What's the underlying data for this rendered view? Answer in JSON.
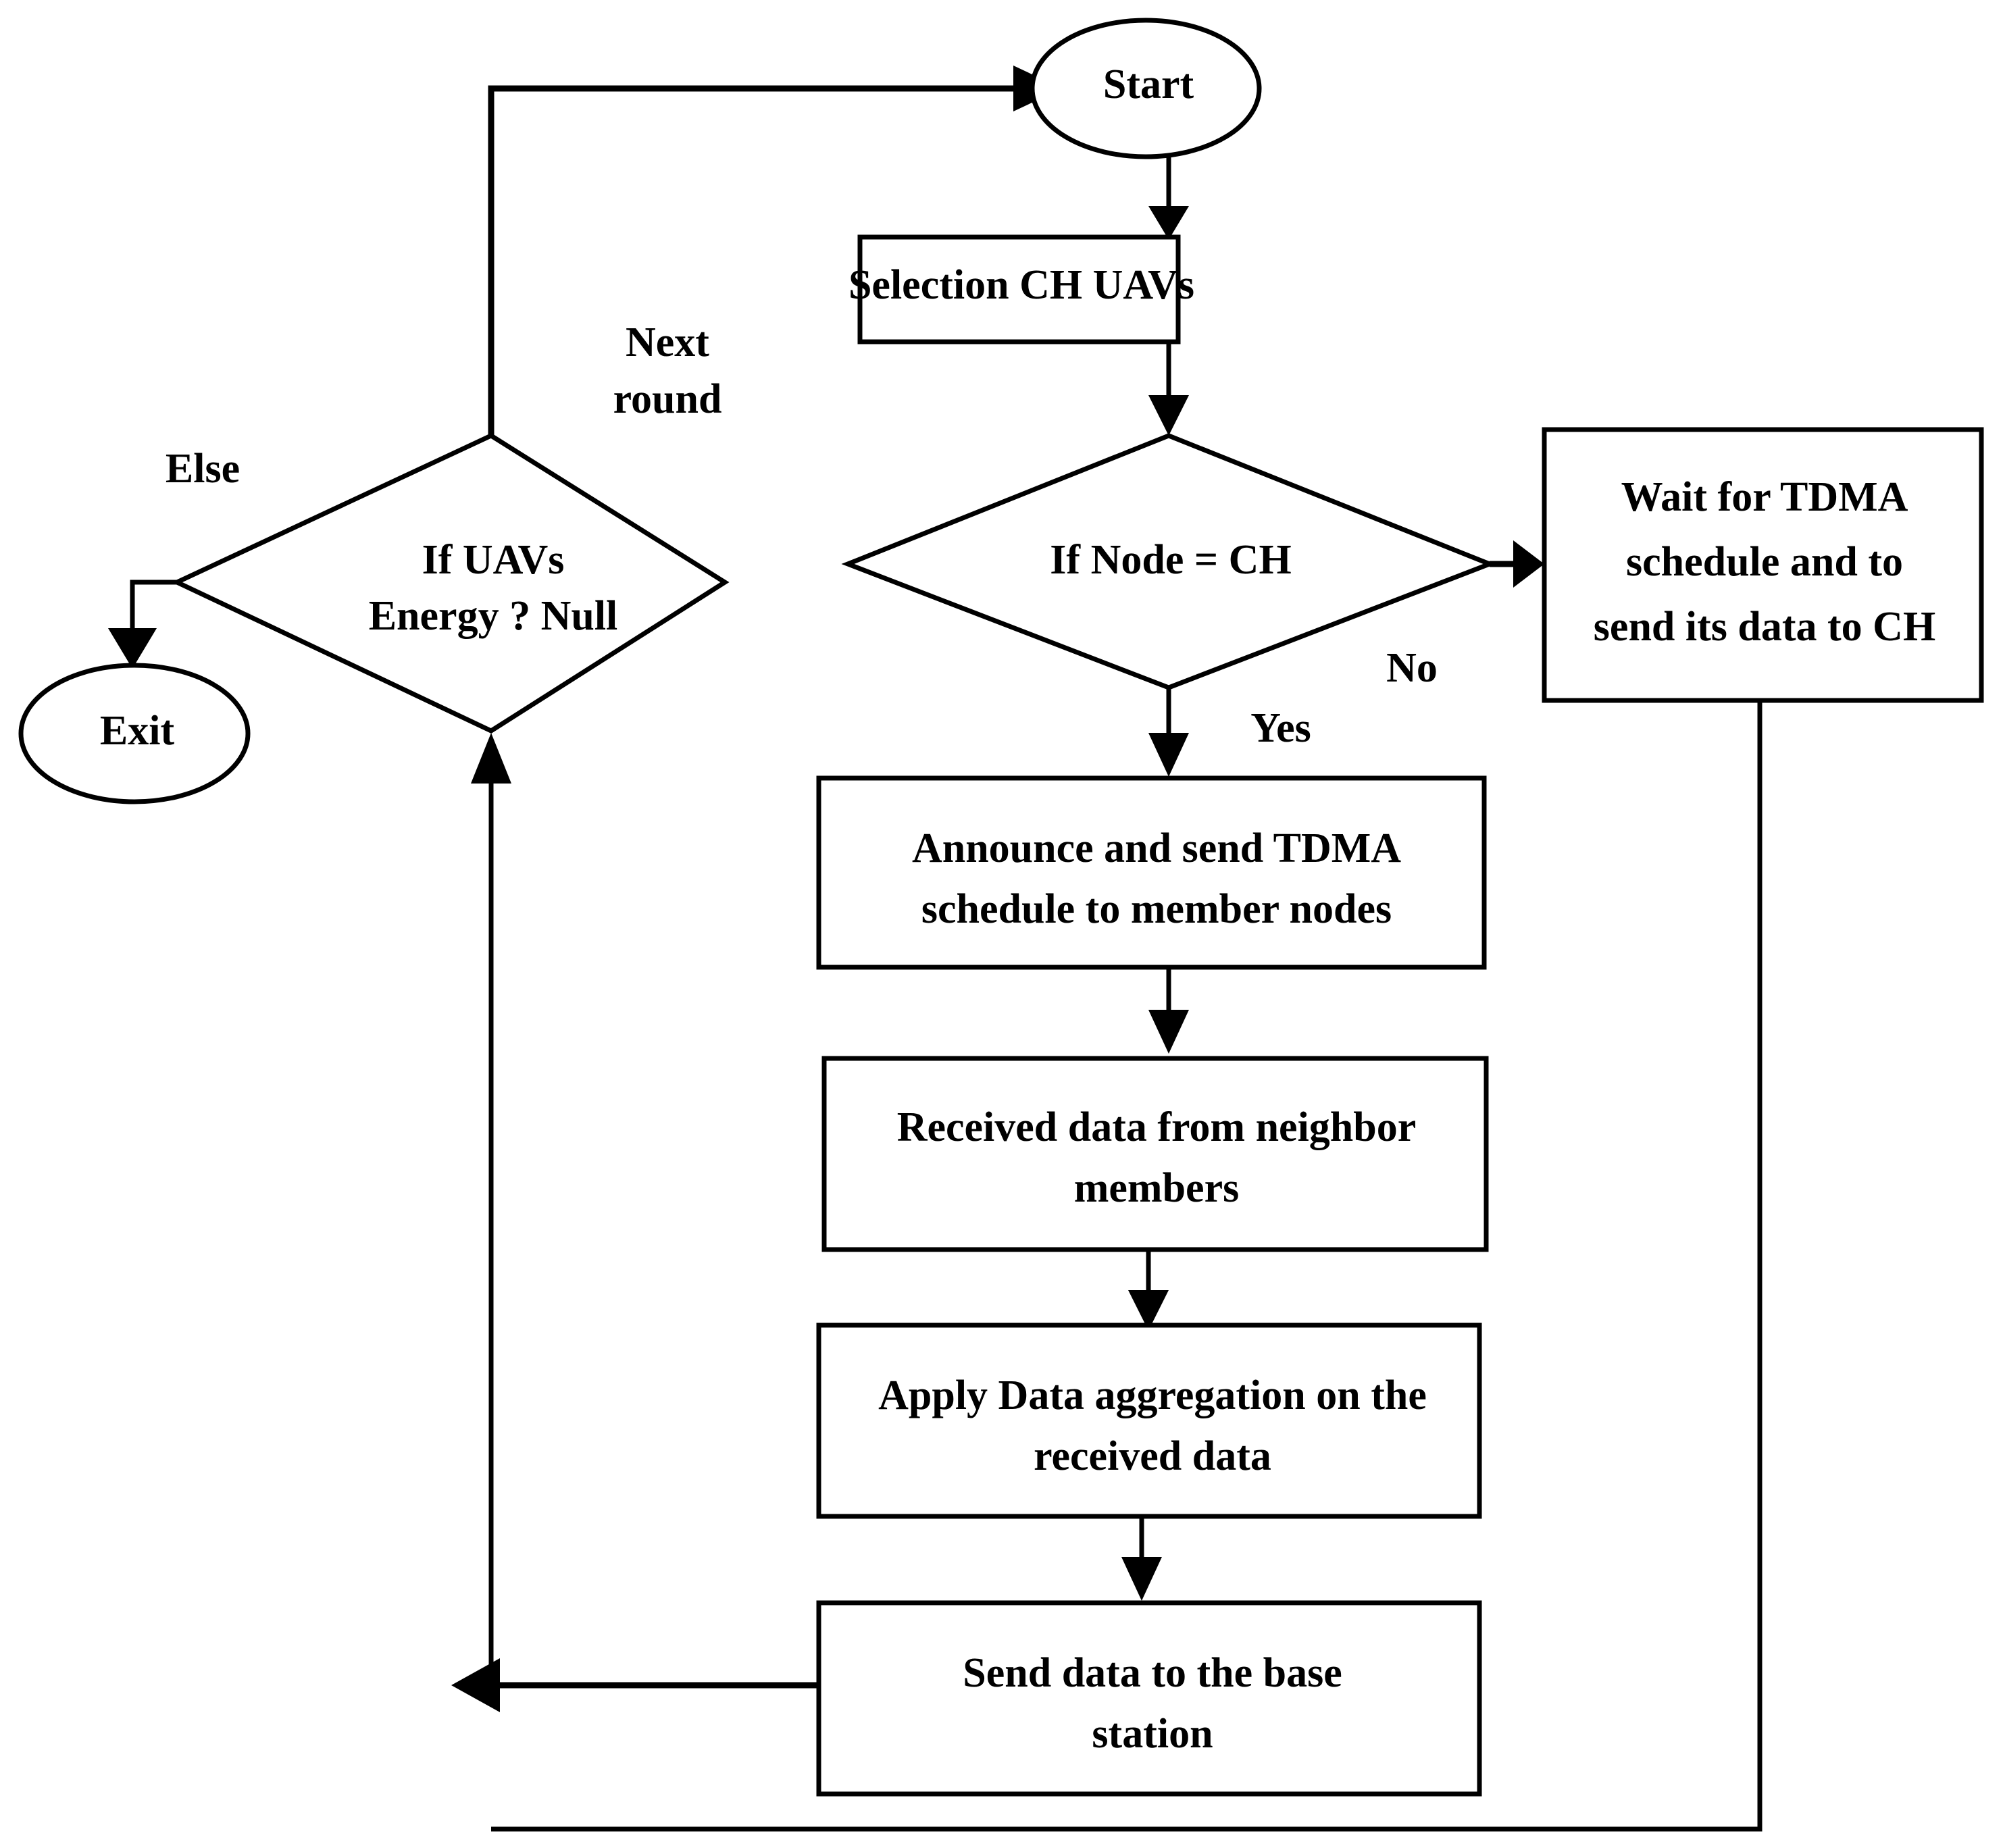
{
  "diagram": {
    "type": "flowchart",
    "title": "",
    "orientation": "top-to-bottom",
    "background_color": "#ffffff",
    "line_color": "#000000",
    "nodes": {
      "start": {
        "id": "start",
        "shape": "oval",
        "label": "Start"
      },
      "exit": {
        "id": "exit",
        "shape": "oval",
        "label": "Exit"
      },
      "selection_ch_uavs": {
        "id": "selection_ch_uavs",
        "shape": "rectangle",
        "label": "Selection CH UAVs"
      },
      "if_uavs_energy": {
        "id": "if_uavs_energy",
        "shape": "diamond",
        "label_line1": "If UAVs",
        "label_line2": "Energy ? Null"
      },
      "if_node_ch": {
        "id": "if_node_ch",
        "shape": "diamond",
        "label": "If Node = CH"
      },
      "wait_tdma": {
        "id": "wait_tdma",
        "shape": "rectangle",
        "label_line1": "Wait for TDMA",
        "label_line2": "schedule and to",
        "label_line3": "send its data to CH"
      },
      "announce_tdma": {
        "id": "announce_tdma",
        "shape": "rectangle",
        "label_line1": "Announce and send TDMA",
        "label_line2": "schedule to member nodes"
      },
      "received_data": {
        "id": "received_data",
        "shape": "rectangle",
        "label_line1": "Received data from neighbor",
        "label_line2": "members"
      },
      "apply_aggregation": {
        "id": "apply_aggregation",
        "shape": "rectangle",
        "label_line1": "Apply Data aggregation on the",
        "label_line2": "received data"
      },
      "send_base_station": {
        "id": "send_base_station",
        "shape": "rectangle",
        "label_line1": "Send data to the base",
        "label_line2": "station"
      }
    },
    "edge_labels": {
      "next_round_line1": "Next",
      "next_round_line2": "round",
      "else": "Else",
      "no": "No",
      "yes": "Yes"
    },
    "edges": [
      {
        "from": "if_uavs_energy",
        "to": "start",
        "label": "Next round"
      },
      {
        "from": "start",
        "to": "selection_ch_uavs",
        "label": ""
      },
      {
        "from": "selection_ch_uavs",
        "to": "if_node_ch",
        "label": ""
      },
      {
        "from": "if_uavs_energy",
        "to": "exit",
        "label": "Else"
      },
      {
        "from": "if_node_ch",
        "to": "wait_tdma",
        "label": "No"
      },
      {
        "from": "if_node_ch",
        "to": "announce_tdma",
        "label": "Yes"
      },
      {
        "from": "announce_tdma",
        "to": "received_data",
        "label": ""
      },
      {
        "from": "received_data",
        "to": "apply_aggregation",
        "label": ""
      },
      {
        "from": "apply_aggregation",
        "to": "send_base_station",
        "label": ""
      },
      {
        "from": "send_base_station",
        "to": "if_uavs_energy",
        "label": ""
      },
      {
        "from": "wait_tdma",
        "to": "if_uavs_energy",
        "label": ""
      }
    ]
  }
}
